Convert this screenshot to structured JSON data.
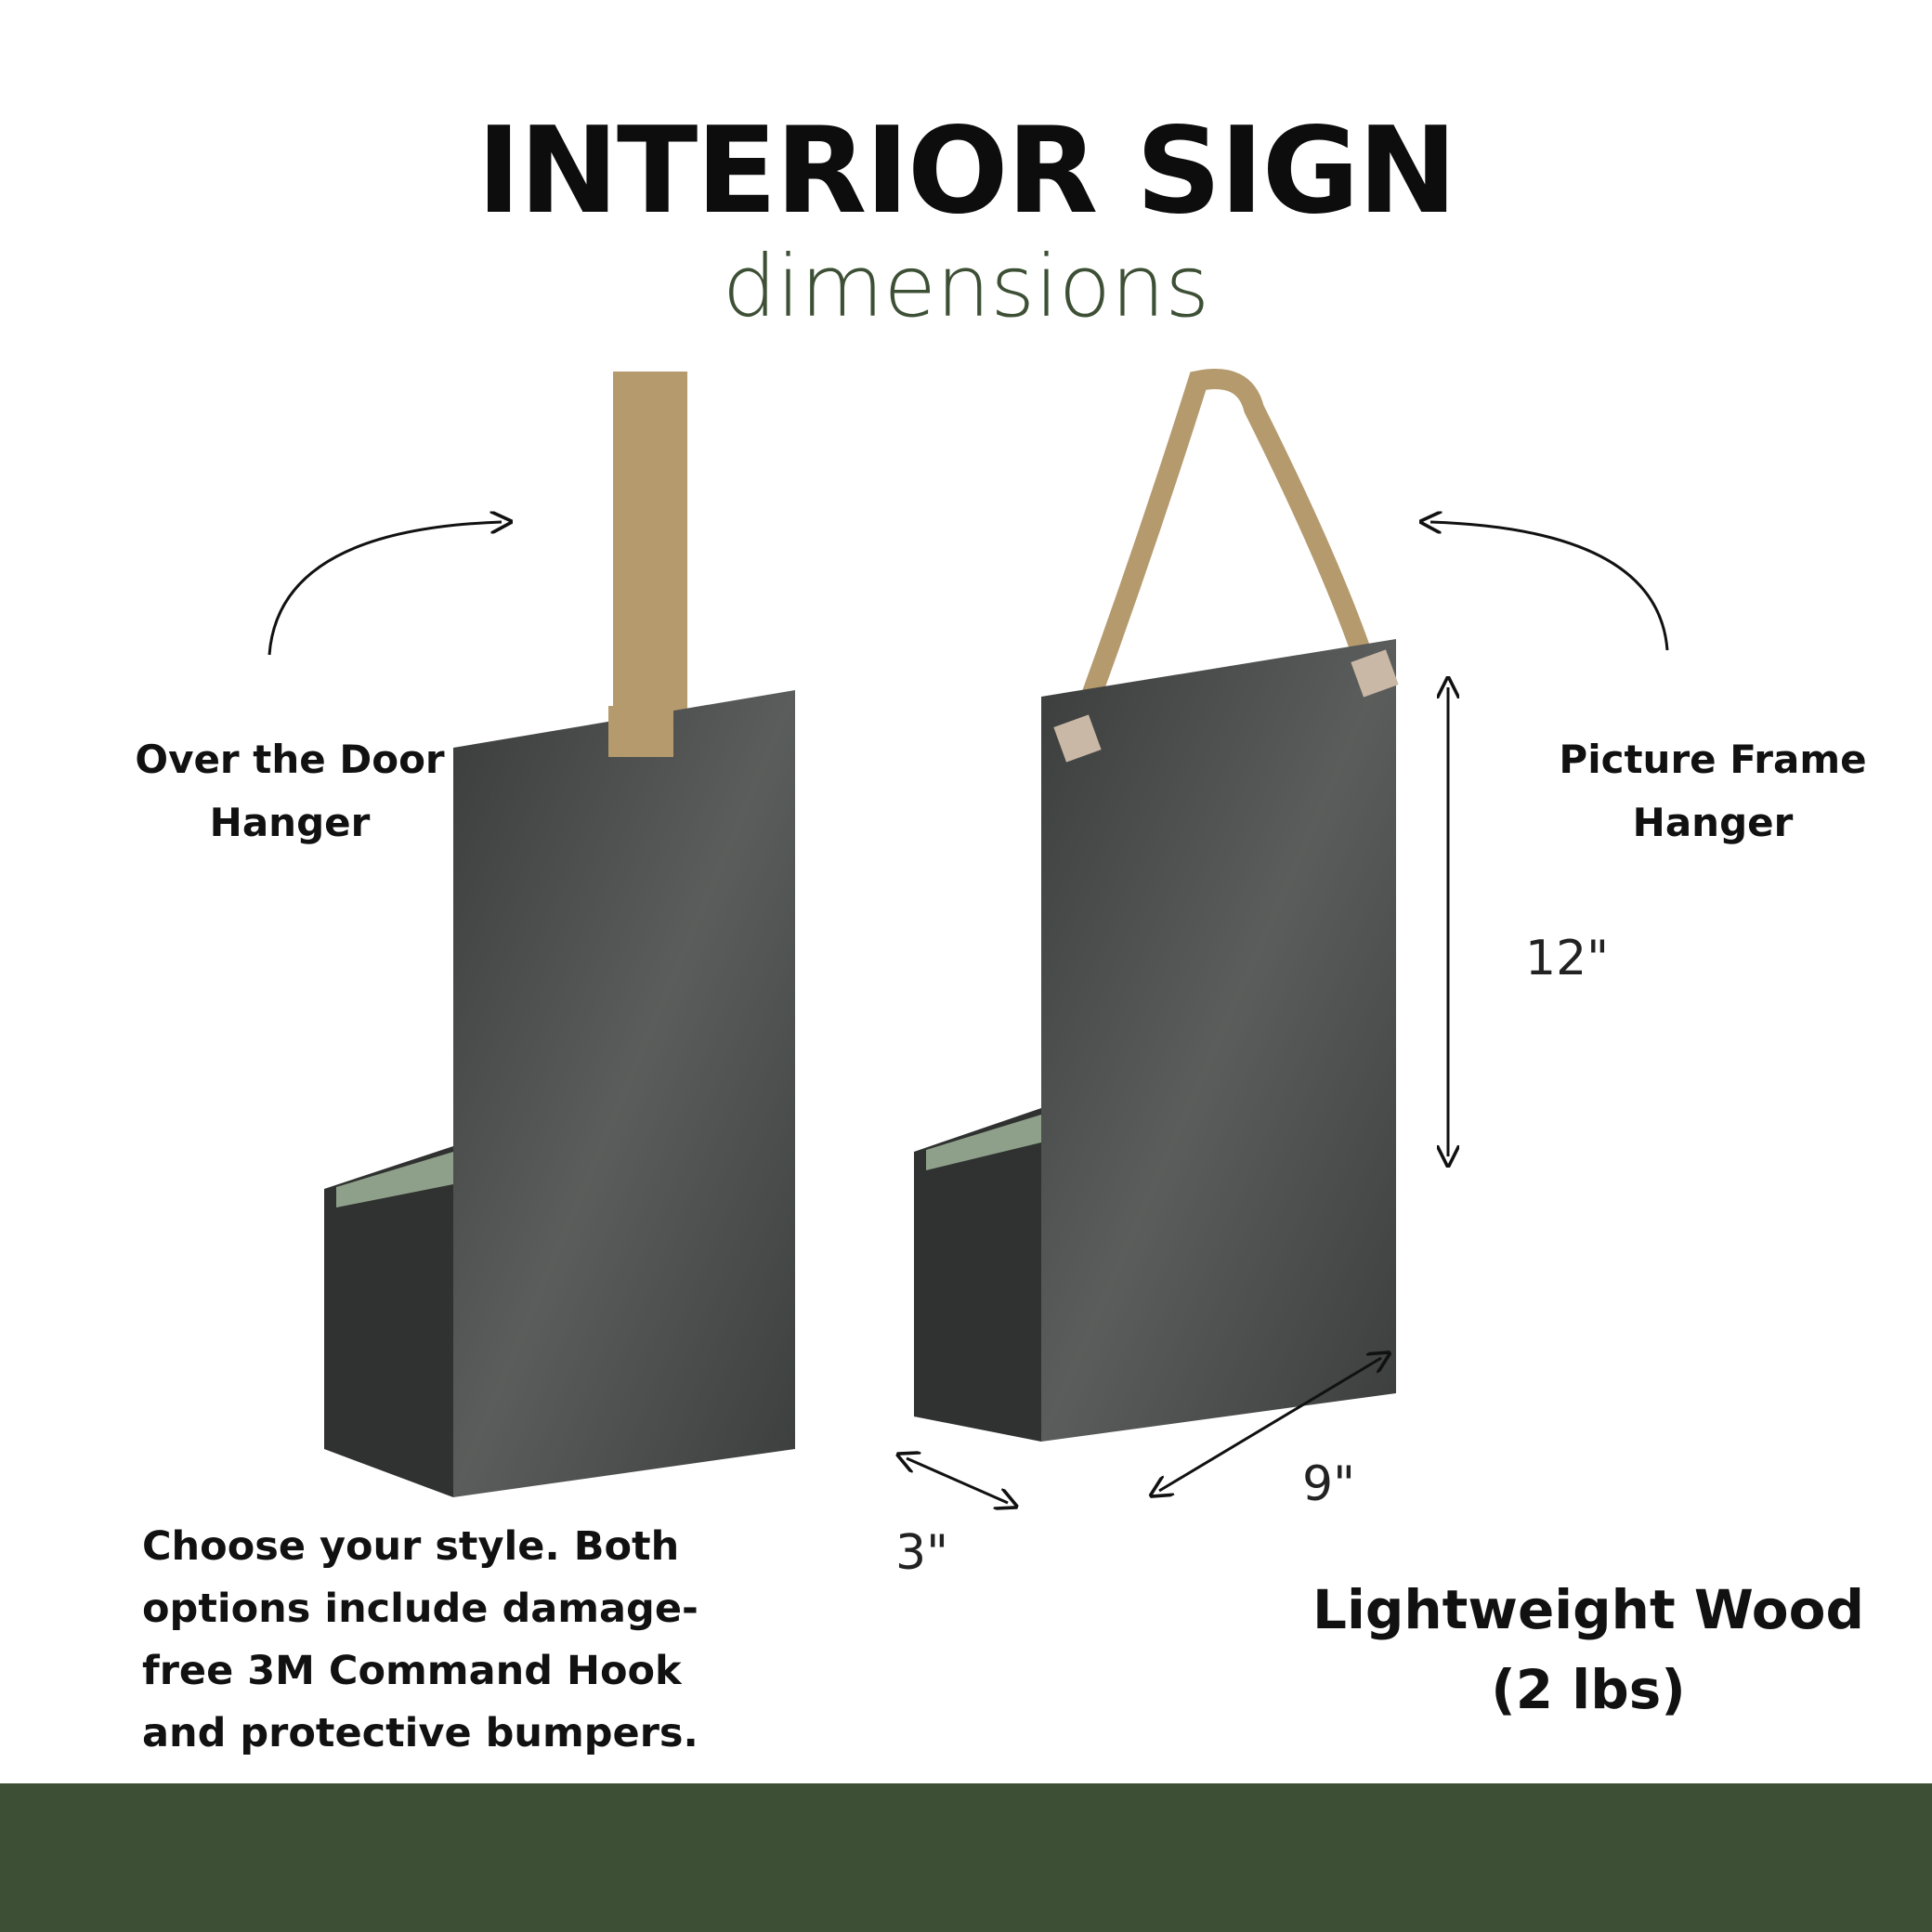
{
  "header": {
    "title": "INTERIOR SIGN",
    "subtitle": "dimensions"
  },
  "left_option": {
    "label_line1": "Over the Door",
    "label_line2": "Hanger"
  },
  "right_option": {
    "label_line1": "Picture Frame",
    "label_line2": "Hanger"
  },
  "dimensions": {
    "height": "12\"",
    "width": "9\"",
    "depth": "3\""
  },
  "description": [
    "Choose your style. Both",
    "options include damage-",
    "free 3M Command Hook",
    "and protective bumpers."
  ],
  "weight": {
    "line1": "Lightweight Wood",
    "line2": "(2 lbs)"
  },
  "colors": {
    "brand_green": "#3d5035",
    "sign_body": "#3f4240",
    "strap": "#b59a6e"
  }
}
